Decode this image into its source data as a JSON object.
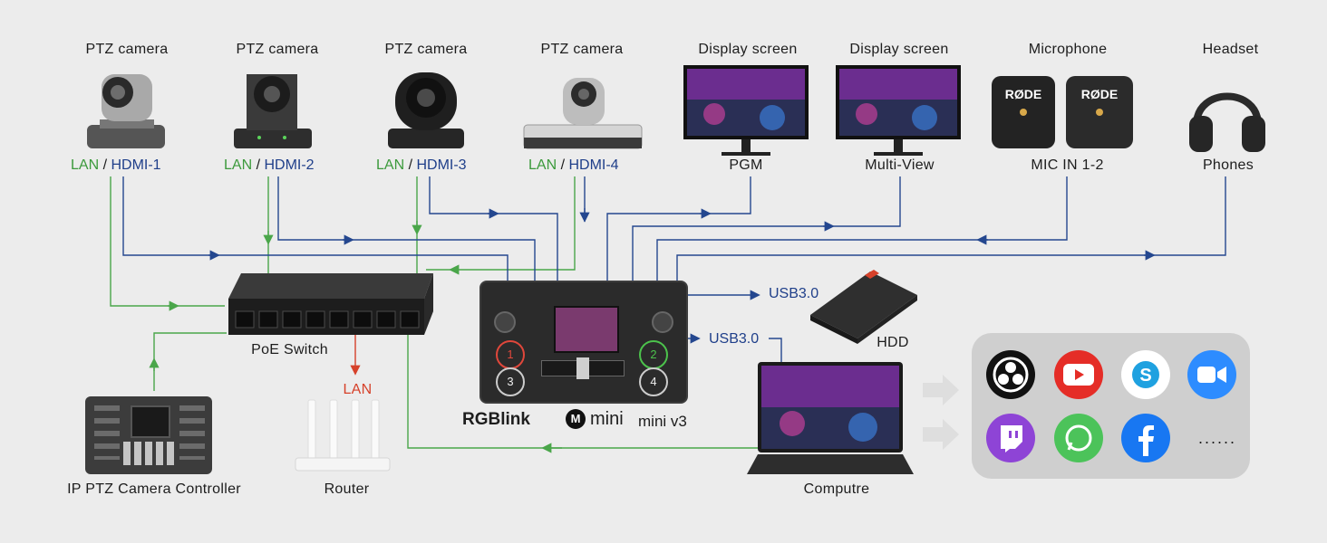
{
  "devices": {
    "cam1": {
      "title": "PTZ camera",
      "lan": "LAN",
      "sep": " / ",
      "hdmi": "HDMI-1"
    },
    "cam2": {
      "title": "PTZ camera",
      "lan": "LAN",
      "sep": " / ",
      "hdmi": "HDMI-2"
    },
    "cam3": {
      "title": "PTZ camera",
      "lan": "LAN",
      "sep": " / ",
      "hdmi": "HDMI-3"
    },
    "cam4": {
      "title": "PTZ camera",
      "lan": "LAN",
      "sep": " / ",
      "hdmi": "HDMI-4"
    },
    "display1": {
      "title": "Display screen",
      "sub": "PGM"
    },
    "display2": {
      "title": "Display screen",
      "sub": "Multi-View"
    },
    "mic": {
      "title": "Microphone",
      "sub": "MIC IN 1-2",
      "brand": "RØDE"
    },
    "headset": {
      "title": "Headset",
      "sub": "Phones"
    },
    "switch": {
      "title": "PoE Switch"
    },
    "router": {
      "title": "Router",
      "lan": "LAN"
    },
    "controller": {
      "title": "IP PTZ Camera Controller"
    },
    "computer": {
      "title": "Computre"
    },
    "hdd": {
      "title": "HDD",
      "usb": "USB3.0"
    },
    "mixer": {
      "usb": "USB3.0",
      "brand": "RGBlink",
      "model_logo": "mini",
      "model": "mini v3",
      "logo_letter": "M"
    }
  },
  "apps": {
    "icons": [
      "obs-icon",
      "youtube-icon",
      "skype-icon",
      "zoom-icon",
      "twitch-icon",
      "whatsapp-icon",
      "facebook-icon"
    ],
    "more": "......"
  },
  "colors": {
    "lan_line": "#4aa64a",
    "hdmi_line": "#24478f",
    "router_line": "#d6412a",
    "panel": "#cfcfcf"
  }
}
